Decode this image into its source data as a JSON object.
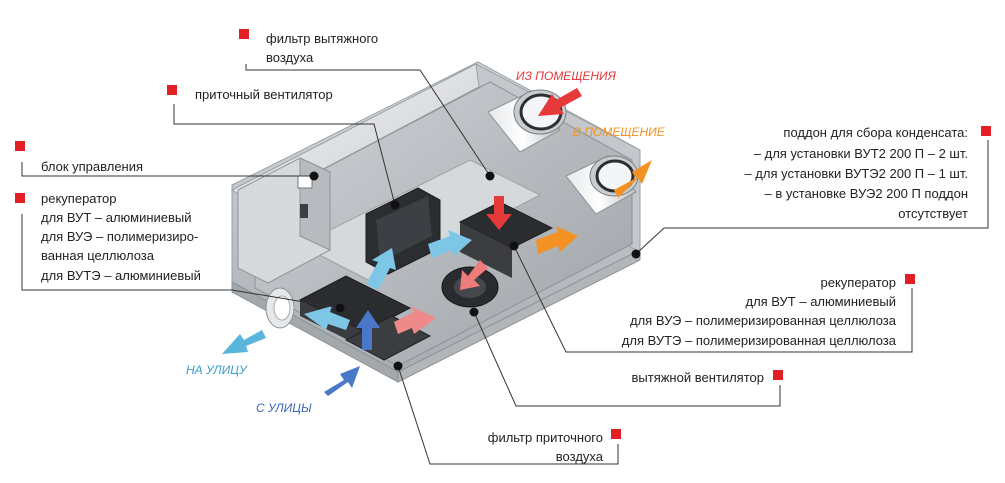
{
  "colors": {
    "marker": "#e31e24",
    "warm": "#e5393a",
    "orange": "#f39223",
    "cool": "#7ec6e6",
    "blue": "#4a78c8",
    "grey": "#bfc3c7"
  },
  "callouts": {
    "exhaust_filter": [
      "фильтр вытяжного",
      "воздуха"
    ],
    "supply_fan": [
      "приточный вентилятор"
    ],
    "control_unit": [
      "блок управления"
    ],
    "recuperator_left": [
      "рекуператор",
      "для ВУТ – алюминиевый",
      "для ВУЭ – полимеризиро-",
      "ванная целлюлоза",
      "для ВУТЭ – алюминиевый"
    ],
    "condensate_tray": [
      "поддон для сбора конденсата:",
      "– для установки ВУТ2 200 П – 2 шт.",
      "– для установки ВУТЭ2 200 П – 1 шт.",
      "– в установке ВУЭ2 200 П поддон",
      "отсутствует"
    ],
    "recuperator_right": [
      "рекуператор",
      "для ВУТ – алюминиевый",
      "для ВУЭ – полимеризированная целлюлоза",
      "для ВУТЭ – полимеризированная целлюлоза"
    ],
    "exhaust_fan": [
      "вытяжной  вентилятор"
    ],
    "supply_filter": [
      "фильтр приточного",
      "воздуха"
    ]
  },
  "flows": {
    "from_room": "ИЗ ПОМЕЩЕНИЯ",
    "to_room": "В ПОМЕЩЕНИЕ",
    "to_street": "НА УЛИЦУ",
    "from_street": "С УЛИЦЫ"
  }
}
